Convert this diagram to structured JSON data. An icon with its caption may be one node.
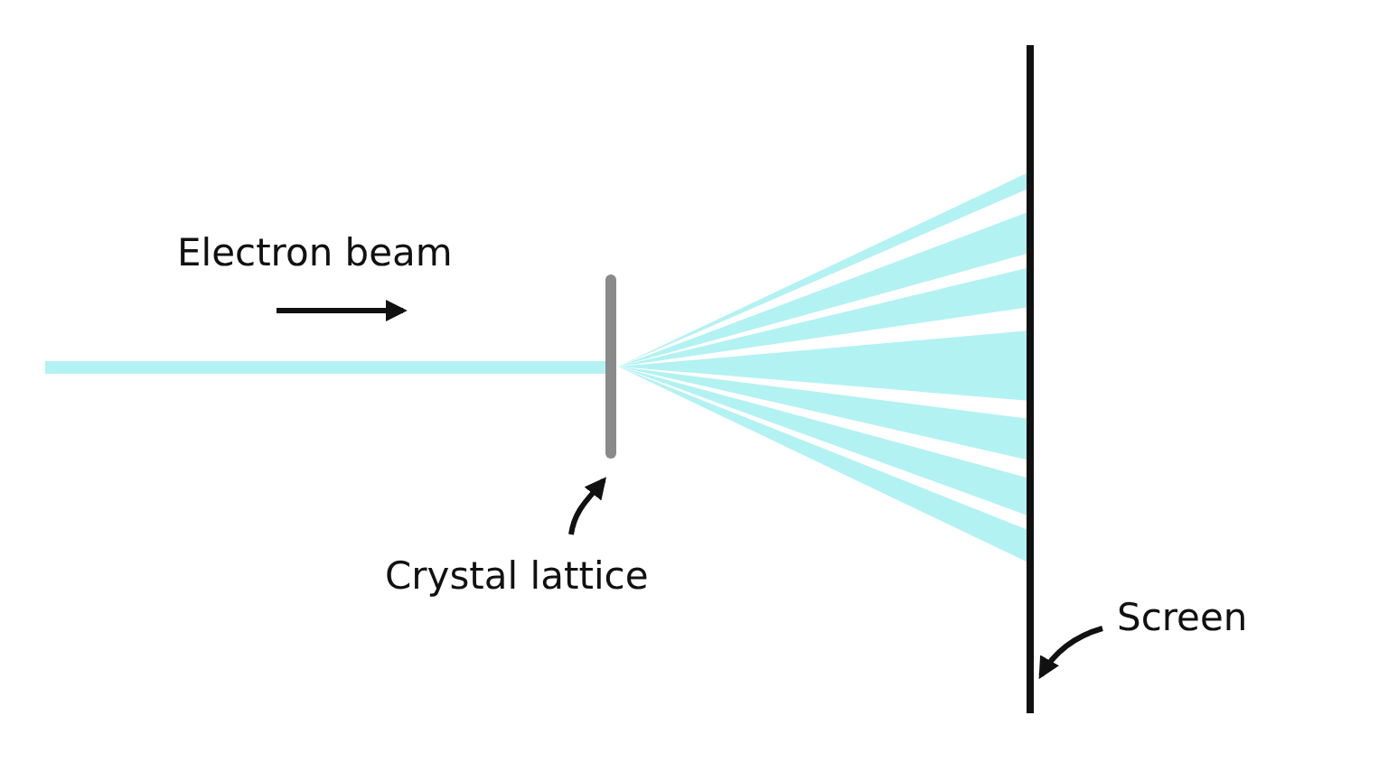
{
  "diagram": {
    "nodes": [
      {
        "text": [
          "Crystal lattice"
        ]
      },
      {
        "text": [],
        "shape": "bar"
      },
      {
        "text": [
          "Screen"
        ]
      },
      {
        "text": [],
        "shape": "bar"
      }
    ],
    "edges": [
      {
        "from": 0,
        "to": 1,
        "arrow": "to"
      },
      {
        "from": 2,
        "to": 3,
        "arrow": "to"
      }
    ],
    "labels": [
      "Electron beam"
    ]
  }
}
